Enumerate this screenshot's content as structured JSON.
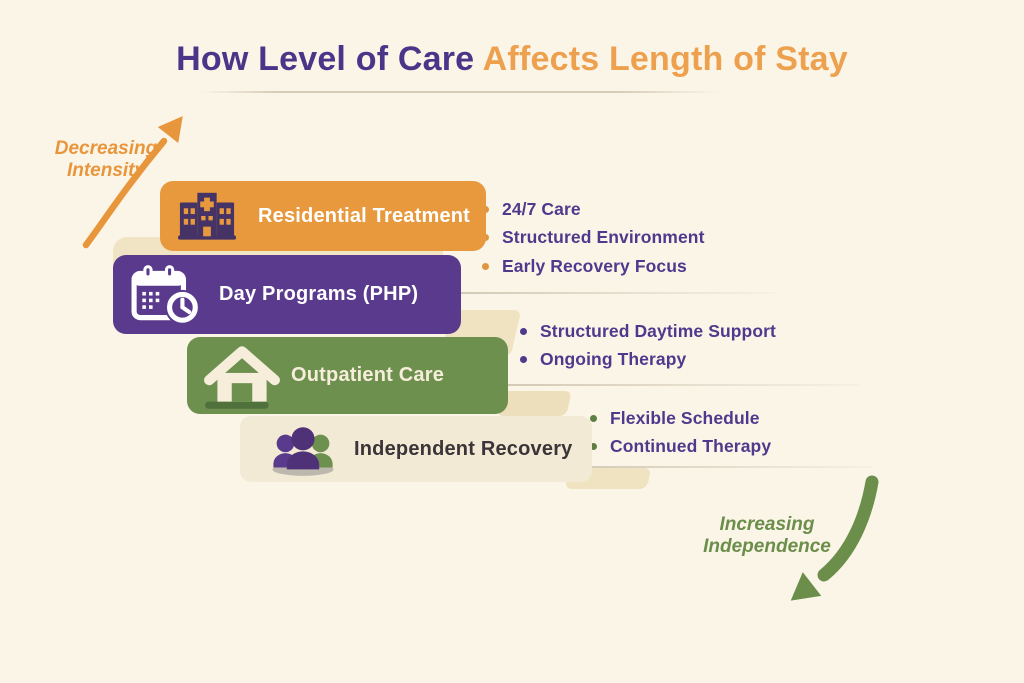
{
  "title": {
    "text_primary": "How Level of Care",
    "text_secondary": "Affects Length of Stay"
  },
  "annotations": {
    "decreasing": {
      "line1": "Decreasing",
      "line2": "Intensity"
    },
    "increasing": {
      "line1": "Increasing",
      "line2": "Independence"
    }
  },
  "levels": [
    {
      "label": "Residential Treatment",
      "icon": "hospital-icon",
      "bar_color": "#E8993E",
      "label_color": "#FFFFFF",
      "bullet_dot_color": "#E0943F",
      "bullets": [
        "24/7 Care",
        "Structured Environment",
        "Early Recovery Focus"
      ]
    },
    {
      "label": "Day Programs (PHP)",
      "icon": "calendar-clock-icon",
      "bar_color": "#5A3A8C",
      "label_color": "#FFFFFF",
      "bullet_dot_color": "#4D3A8C",
      "bullets": [
        "Structured Daytime Support",
        "Ongoing Therapy"
      ]
    },
    {
      "label": "Outpatient Care",
      "icon": "house-icon",
      "bar_color": "#6D904E",
      "label_color": "#F6EEDA",
      "bullet_dot_color": "#5F7E41",
      "bullets": [
        "Flexible Schedule",
        "Continued Therapy"
      ]
    },
    {
      "label": "Independent Recovery",
      "icon": "people-icon",
      "bar_color": "#F3EAD5",
      "label_color": "#3B3438",
      "bullet_dot_color": "",
      "bullets": []
    }
  ],
  "colors": {
    "background": "#FBF5E8",
    "title_primary": "#4A3588",
    "title_secondary": "#EDA14F",
    "bullet_text": "#4D3A8C",
    "shadow_beige": "#F0E4C4",
    "arrow_orange": "#E8963B",
    "arrow_green": "#6B8E4B"
  }
}
